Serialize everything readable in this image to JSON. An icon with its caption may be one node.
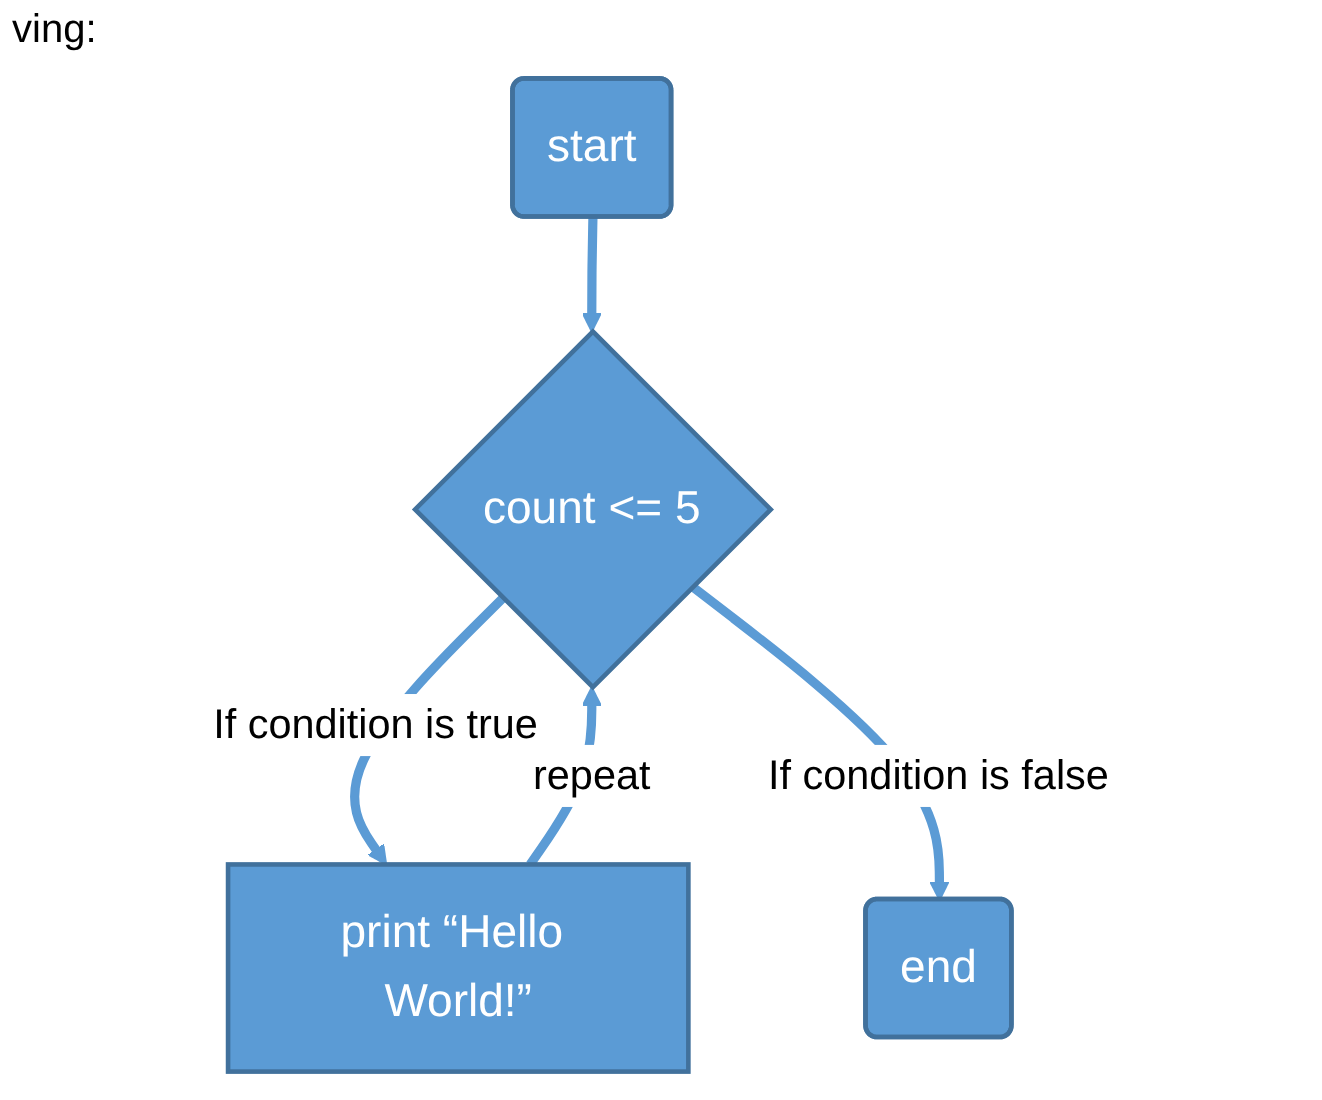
{
  "diagram": {
    "nodes": [
      {
        "text": [
          "start"
        ]
      },
      {
        "text": [
          "count <= 5"
        ]
      },
      {
        "text": [
          "print “Hello World!”"
        ]
      },
      {
        "text": [
          "end"
        ]
      }
    ],
    "edges": [
      {
        "from": 0,
        "to": 1,
        "arrow": "to"
      },
      {
        "from": 1,
        "to": 2,
        "arrow": "to",
        "label": "If condition is true"
      },
      {
        "from": 2,
        "to": 1,
        "arrow": "to",
        "label": "repeat"
      },
      {
        "from": 1,
        "to": 3,
        "arrow": "to",
        "label": "If condition is false"
      }
    ],
    "labels": [
      "ving:"
    ]
  }
}
